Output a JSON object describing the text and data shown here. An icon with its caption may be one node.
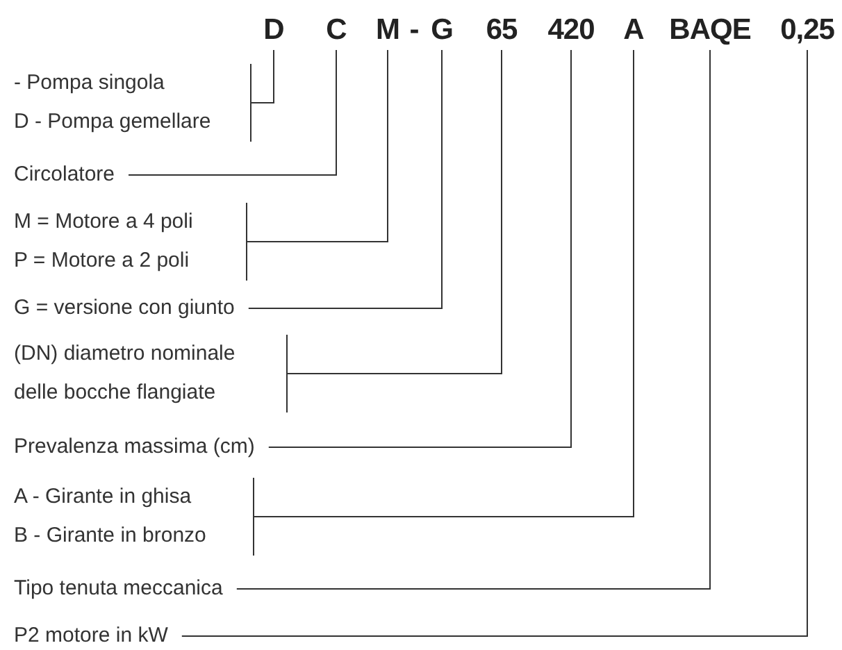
{
  "diagram": {
    "nodes": [
      {
        "text": [
          "D"
        ]
      },
      {
        "text": [
          "C"
        ]
      },
      {
        "text": [
          "M"
        ]
      },
      {
        "text": [
          "G"
        ]
      },
      {
        "text": [
          "65"
        ]
      },
      {
        "text": [
          "420"
        ]
      },
      {
        "text": [
          "A"
        ]
      },
      {
        "text": [
          "BAQE"
        ]
      },
      {
        "text": [
          "0,25"
        ]
      },
      {
        "text": [
          "- Pompa singola",
          "D - Pompa gemellare"
        ]
      },
      {
        "text": [
          "Circolatore"
        ]
      },
      {
        "text": [
          "M = Motore a 4 poli",
          "P = Motore a 2 poli"
        ]
      },
      {
        "text": [
          "G = versione con giunto"
        ]
      },
      {
        "text": [
          "(DN) diametro nominale",
          "delle bocche flangiate"
        ]
      },
      {
        "text": [
          "Prevalenza massima (cm)"
        ]
      },
      {
        "text": [
          "A - Girante in ghisa",
          "B - Girante in bronzo"
        ]
      },
      {
        "text": [
          "Tipo tenuta meccanica"
        ]
      },
      {
        "text": [
          "P2 motore in kW"
        ]
      }
    ],
    "edges": [
      {
        "from": 9,
        "to": 0,
        "arrow": "none"
      },
      {
        "from": 10,
        "to": 1,
        "arrow": "none"
      },
      {
        "from": 11,
        "to": 2,
        "arrow": "none"
      },
      {
        "from": 12,
        "to": 3,
        "arrow": "none"
      },
      {
        "from": 13,
        "to": 4,
        "arrow": "none"
      },
      {
        "from": 14,
        "to": 5,
        "arrow": "none"
      },
      {
        "from": 15,
        "to": 6,
        "arrow": "none"
      },
      {
        "from": 16,
        "to": 7,
        "arrow": "none"
      },
      {
        "from": 17,
        "to": 8,
        "arrow": "none"
      }
    ],
    "labels": [
      "-"
    ]
  }
}
